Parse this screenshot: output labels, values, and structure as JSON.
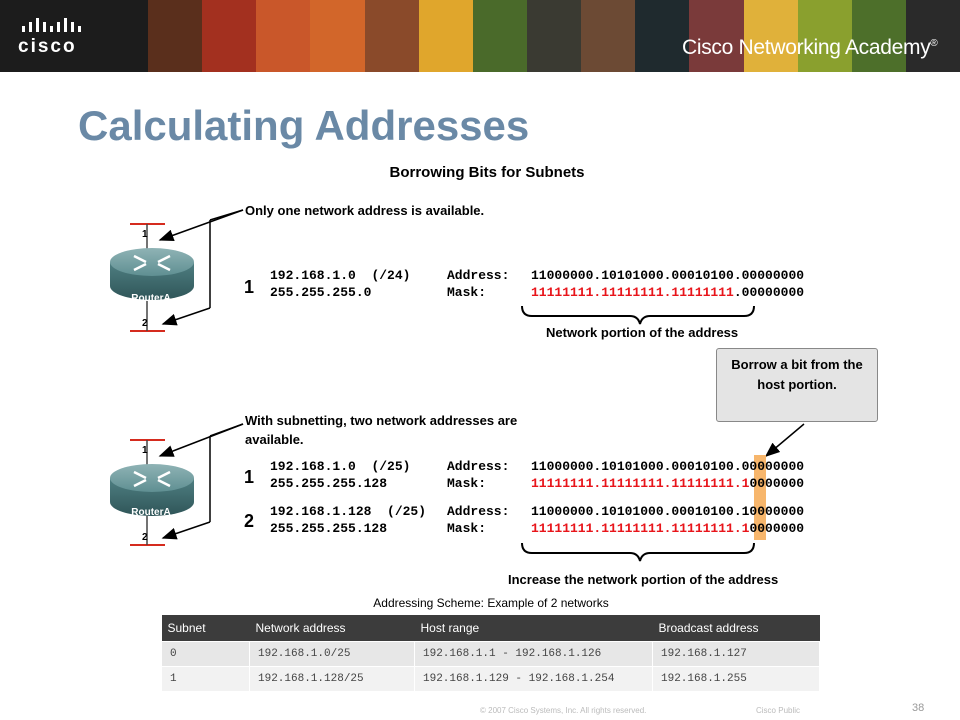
{
  "header": {
    "brand": "cisco",
    "academy": "Cisco Networking Academy",
    "trademark": "®",
    "colors": [
      "#5a2f1c",
      "#a3301f",
      "#c9572a",
      "#d2662a",
      "#8a4a2a",
      "#e0a62c",
      "#4a6a2a",
      "#3a3a32",
      "#6c4a34",
      "#1f2a2e",
      "#7a3a3a",
      "#e0b13a",
      "#8aa02e",
      "#4d6f2a",
      "#2a2a2a"
    ]
  },
  "title": "Calculating Addresses",
  "diagram": {
    "heading": "Borrowing Bits for Subnets",
    "router_label": "RouterA",
    "top": {
      "note": "Only one network address is available.",
      "port1": "1",
      "port2": "2",
      "rows": [
        {
          "num": "1",
          "addr_ip": "192.168.1.0",
          "addr_prefix": "(/24)",
          "mask_ip": "255.255.255.0",
          "address_label": "Address:",
          "mask_label": "Mask:",
          "address_bits": "11000000.10101000.00010100.00000000",
          "mask_bits_red": "11111111.11111111.11111111",
          "mask_bits_black": ".00000000"
        }
      ],
      "brace_caption": "Network portion of the address"
    },
    "callout": "Borrow a bit from the host portion.",
    "bottom": {
      "note_line1": "With subnetting, two network addresses are",
      "note_line2": "available.",
      "port1": "1",
      "port2": "2",
      "rows": [
        {
          "num": "1",
          "addr_ip": "192.168.1.0",
          "addr_prefix": "(/25)",
          "mask_ip": "255.255.255.128",
          "address_label": "Address:",
          "mask_label": "Mask:",
          "address_bits": "11000000.10101000.00010100.00000000",
          "mask_bits_red": "11111111.11111111.11111111.1",
          "mask_bits_black": "0000000"
        },
        {
          "num": "2",
          "addr_ip": "192.168.1.128",
          "addr_prefix": "(/25)",
          "mask_ip": "255.255.255.128",
          "address_label": "Address:",
          "mask_label": "Mask:",
          "address_bits": "11000000.10101000.00010100.10000000",
          "mask_bits_red": "11111111.11111111.11111111.1",
          "mask_bits_black": "0000000"
        }
      ],
      "brace_caption": "Increase the network portion of the address"
    }
  },
  "table": {
    "caption": "Addressing Scheme: Example of 2 networks",
    "headers": [
      "Subnet",
      "Network address",
      "Host range",
      "Broadcast address"
    ],
    "rows": [
      [
        "0",
        "192.168.1.0/25",
        "192.168.1.1 - 192.168.1.126",
        "192.168.1.127"
      ],
      [
        "1",
        "192.168.1.128/25",
        "192.168.1.129 - 192.168.1.254",
        "192.168.1.255"
      ]
    ]
  },
  "footer": {
    "page_number": "38",
    "copyright": "© 2007 Cisco Systems, Inc. All rights reserved.",
    "classification": "Cisco Public"
  }
}
